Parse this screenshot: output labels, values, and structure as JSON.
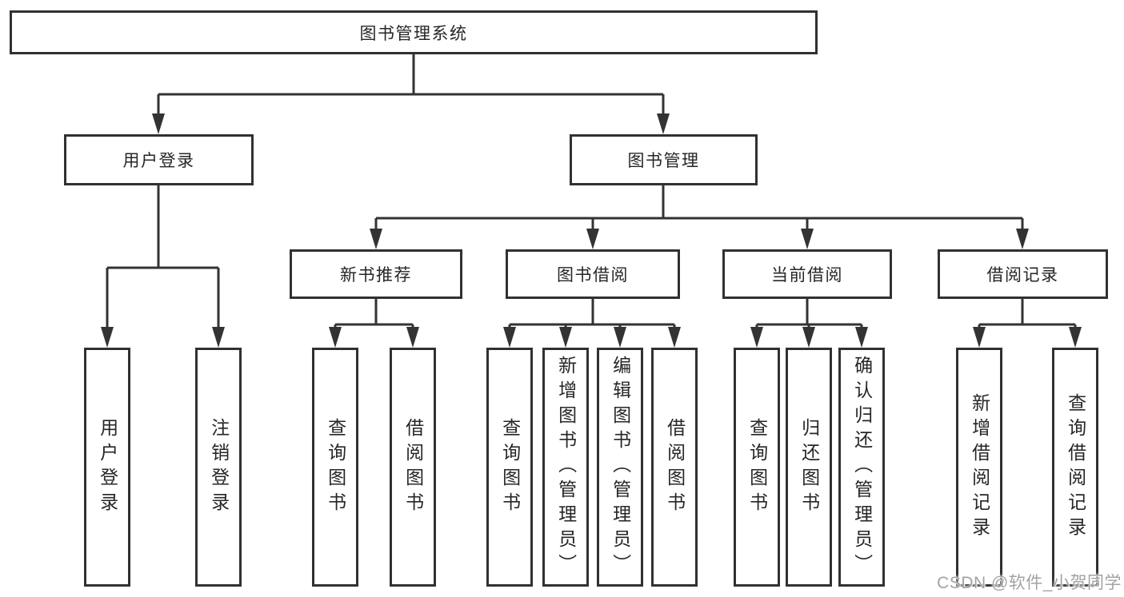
{
  "diagram": {
    "type": "hierarchy-tree",
    "title": "图书管理系统",
    "watermark": "CSDN @软件_小贺同学",
    "colors": {
      "background": "#ffffff",
      "box_fill": "#ffffff",
      "box_border": "#313131",
      "line": "#333333",
      "arrow": "#333333",
      "text": "#262626",
      "watermark": "#a2a2a2"
    },
    "nodes": {
      "root": {
        "label": "图书管理系统",
        "children": [
          "user_login",
          "book_mgmt"
        ]
      },
      "user_login": {
        "label": "用户登录",
        "children": [
          "leaf_user_login",
          "leaf_logout"
        ]
      },
      "book_mgmt": {
        "label": "图书管理",
        "children": [
          "new_book_rec",
          "book_borrow",
          "current_borrow",
          "borrow_records"
        ]
      },
      "new_book_rec": {
        "label": "新书推荐",
        "children": [
          "rec_query_books",
          "rec_borrow_books"
        ]
      },
      "book_borrow": {
        "label": "图书借阅",
        "children": [
          "bb_query_books",
          "bb_add_books",
          "bb_edit_books",
          "bb_borrow_books"
        ]
      },
      "current_borrow": {
        "label": "当前借阅",
        "children": [
          "cb_query_books",
          "cb_return_books",
          "cb_confirm_return"
        ]
      },
      "borrow_records": {
        "label": "借阅记录",
        "children": [
          "br_add_record",
          "br_query_record"
        ]
      },
      "leaf_user_login": {
        "label": "用户登录",
        "children": []
      },
      "leaf_logout": {
        "label": "注销登录",
        "children": []
      },
      "rec_query_books": {
        "label": "查询图书",
        "children": []
      },
      "rec_borrow_books": {
        "label": "借阅图书",
        "children": []
      },
      "bb_query_books": {
        "label": "查询图书",
        "children": []
      },
      "bb_add_books": {
        "label": "新增图书（管理员）",
        "children": []
      },
      "bb_edit_books": {
        "label": "编辑图书（管理员）",
        "children": []
      },
      "bb_borrow_books": {
        "label": "借阅图书",
        "children": []
      },
      "cb_query_books": {
        "label": "查询图书",
        "children": []
      },
      "cb_return_books": {
        "label": "归还图书",
        "children": []
      },
      "cb_confirm_return": {
        "label": "确认归还（管理员）",
        "children": []
      },
      "br_add_record": {
        "label": "新增借阅记录",
        "children": []
      },
      "br_query_record": {
        "label": "查询借阅记录",
        "children": []
      }
    }
  }
}
